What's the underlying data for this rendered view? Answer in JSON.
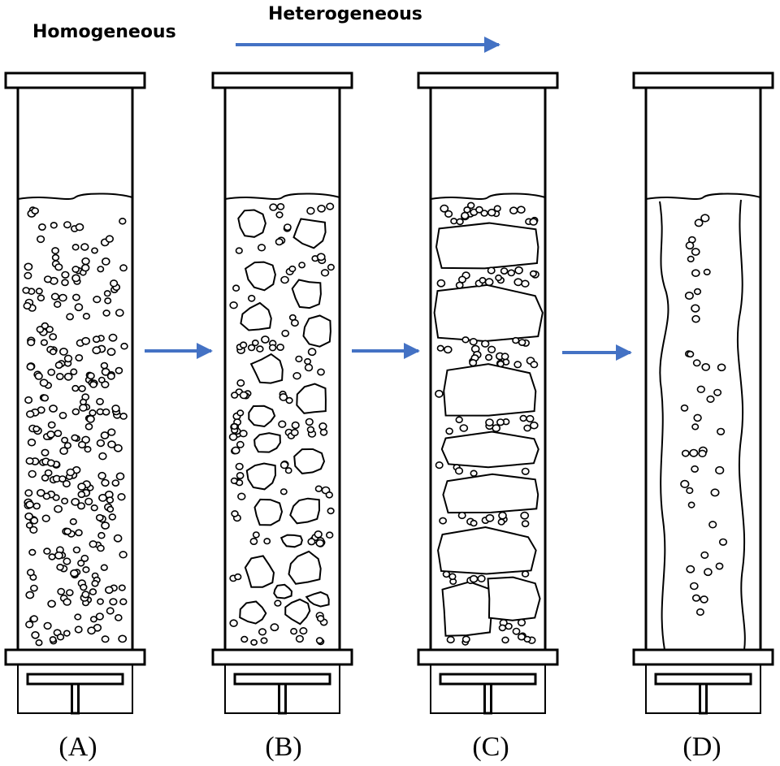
{
  "header": {
    "homogeneous_label": "Homogeneous",
    "heterogeneous_label": "Heterogeneous",
    "arrow_color": "#4472C4"
  },
  "columns": [
    {
      "label": "(A)"
    },
    {
      "label": "(B)"
    },
    {
      "label": "(C)"
    },
    {
      "label": "(D)"
    }
  ]
}
